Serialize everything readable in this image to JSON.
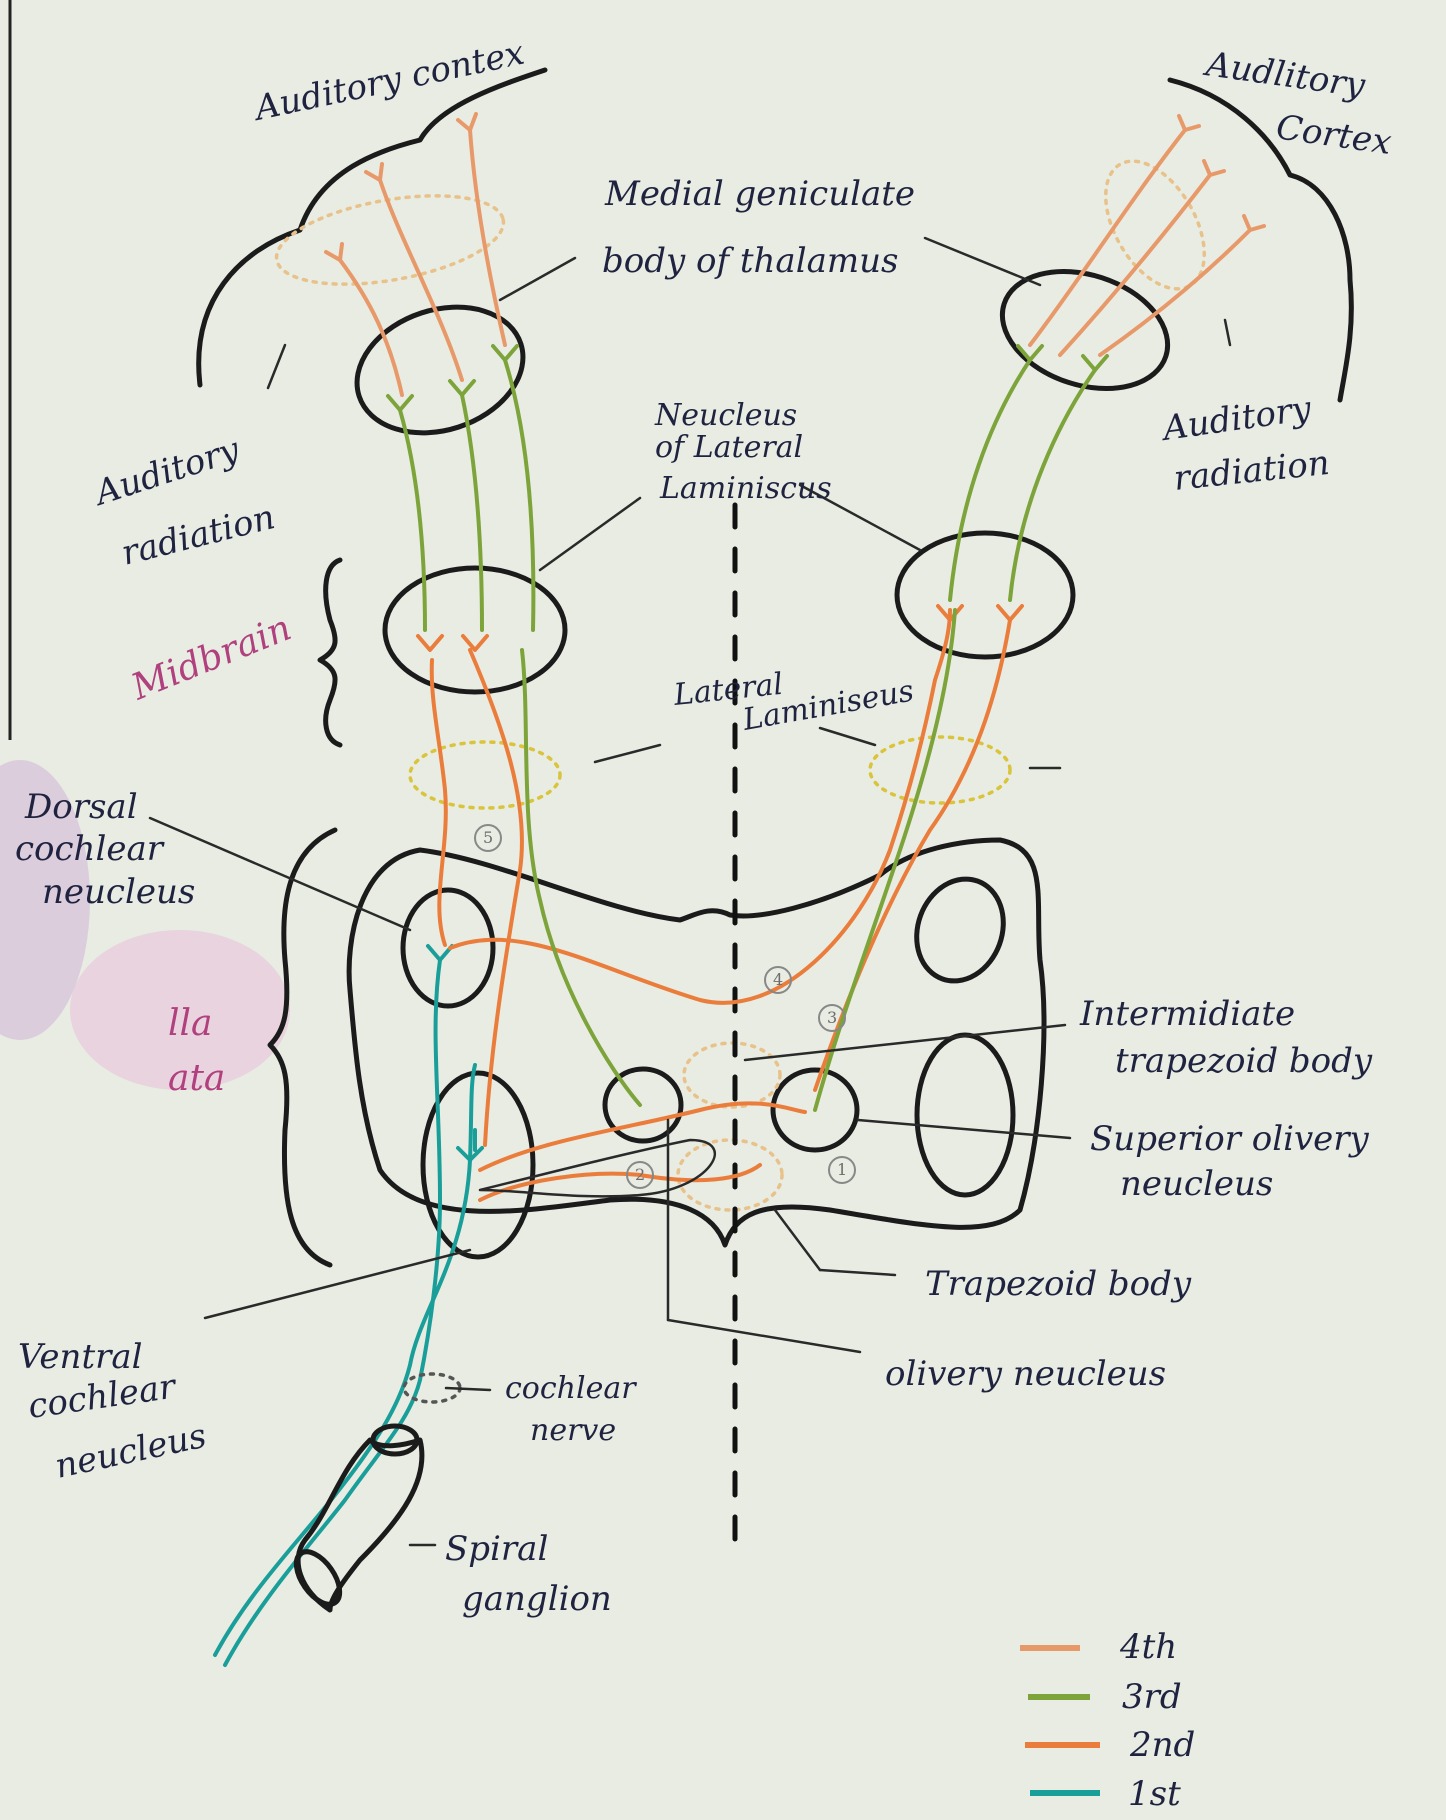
{
  "labels": {
    "auditory_cortex_left": "Auditory contex",
    "auditory_cortex_right_1": "Audlitory",
    "auditory_cortex_right_2": "Cortex",
    "mgb_1": "Medial geniculate",
    "mgb_2": "body of thalamus",
    "auditory_radiation_left_1": "Auditory",
    "auditory_radiation_left_2": "radiation",
    "auditory_radiation_right_1": "Auditory",
    "auditory_radiation_right_2": "radiation",
    "nll_1": "Neucleus",
    "nll_2": "of Lateral",
    "nll_3": "Laminiscus",
    "midbrain": "Midbrain",
    "lateral_lemniscus_1": "Lateral",
    "lateral_lemniscus_2": "Laminiseus",
    "dorsal_cochlear_1": "Dorsal",
    "dorsal_cochlear_2": "cochlear",
    "dorsal_cochlear_3": "neucleus",
    "medulla_1": "lla",
    "medulla_2": "ata",
    "intermediate_trapezoid_1": "Intermidiate",
    "intermediate_trapezoid_2": "trapezoid body",
    "superior_olivary_1": "Superior olivery",
    "superior_olivary_2": "neucleus",
    "trapezoid_body": "Trapezoid body",
    "olivary_nucleus": "olivery neucleus",
    "ventral_cochlear_1": "Ventral",
    "ventral_cochlear_2": "cochlear",
    "ventral_cochlear_3": "neucleus",
    "cochlear_nerve_1": "cochlear",
    "cochlear_nerve_2": "nerve",
    "spiral_ganglion_1": "Spiral",
    "spiral_ganglion_2": "ganglion"
  },
  "legend": [
    {
      "label": "4th",
      "color": "#e8996a"
    },
    {
      "label": "3rd",
      "color": "#7da43a"
    },
    {
      "label": "2nd",
      "color": "#ea7d3b"
    },
    {
      "label": "1st",
      "color": "#1a9e9a"
    }
  ],
  "numbers": [
    "5",
    "4",
    "3",
    "2",
    "1"
  ]
}
